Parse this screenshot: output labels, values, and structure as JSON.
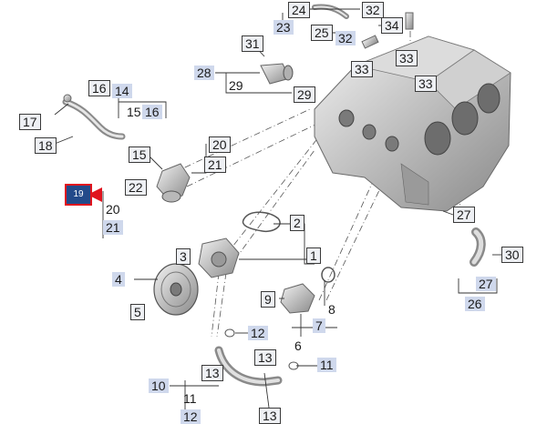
{
  "highlight": {
    "label": "19",
    "color": "#e0141e",
    "fill": "#234a8a"
  },
  "callouts": [
    {
      "id": "c24",
      "text": "24",
      "style": "boxed"
    },
    {
      "id": "c23",
      "text": "23",
      "style": "shade"
    },
    {
      "id": "c32a",
      "text": "32",
      "style": "boxed"
    },
    {
      "id": "c34",
      "text": "34",
      "style": "boxed"
    },
    {
      "id": "c25",
      "text": "25",
      "style": "boxed"
    },
    {
      "id": "c32b",
      "text": "32",
      "style": "shade"
    },
    {
      "id": "c31",
      "text": "31",
      "style": "boxed"
    },
    {
      "id": "c28",
      "text": "28",
      "style": "shade"
    },
    {
      "id": "c29a",
      "text": "29",
      "style": "plain"
    },
    {
      "id": "c29b",
      "text": "29",
      "style": "boxed"
    },
    {
      "id": "c33a",
      "text": "33",
      "style": "boxed"
    },
    {
      "id": "c33b",
      "text": "33",
      "style": "boxed"
    },
    {
      "id": "c33c",
      "text": "33",
      "style": "boxed"
    },
    {
      "id": "c16a",
      "text": "16",
      "style": "boxed"
    },
    {
      "id": "c14",
      "text": "14",
      "style": "shade"
    },
    {
      "id": "c15a",
      "text": "15",
      "style": "plain"
    },
    {
      "id": "c16b",
      "text": "16",
      "style": "shade"
    },
    {
      "id": "c17",
      "text": "17",
      "style": "boxed"
    },
    {
      "id": "c18",
      "text": "18",
      "style": "boxed"
    },
    {
      "id": "c15b",
      "text": "15",
      "style": "boxed"
    },
    {
      "id": "c20a",
      "text": "20",
      "style": "boxed"
    },
    {
      "id": "c21a",
      "text": "21",
      "style": "boxed"
    },
    {
      "id": "c22",
      "text": "22",
      "style": "boxed"
    },
    {
      "id": "c20b",
      "text": "20",
      "style": "plain"
    },
    {
      "id": "c21b",
      "text": "21",
      "style": "shade"
    },
    {
      "id": "c27a",
      "text": "27",
      "style": "boxed"
    },
    {
      "id": "c2",
      "text": "2",
      "style": "boxed"
    },
    {
      "id": "c3",
      "text": "3",
      "style": "boxed"
    },
    {
      "id": "c1",
      "text": "1",
      "style": "boxed"
    },
    {
      "id": "c30",
      "text": "30",
      "style": "boxed"
    },
    {
      "id": "c4",
      "text": "4",
      "style": "shade"
    },
    {
      "id": "c27b",
      "text": "27",
      "style": "shade"
    },
    {
      "id": "c26",
      "text": "26",
      "style": "shade"
    },
    {
      "id": "c5",
      "text": "5",
      "style": "boxed"
    },
    {
      "id": "c9",
      "text": "9",
      "style": "boxed"
    },
    {
      "id": "c8",
      "text": "8",
      "style": "plain"
    },
    {
      "id": "c7",
      "text": "7",
      "style": "shade"
    },
    {
      "id": "c6",
      "text": "6",
      "style": "plain"
    },
    {
      "id": "c12a",
      "text": "12",
      "style": "shade"
    },
    {
      "id": "c13a",
      "text": "13",
      "style": "boxed"
    },
    {
      "id": "c13b",
      "text": "13",
      "style": "boxed"
    },
    {
      "id": "c11a",
      "text": "11",
      "style": "shade"
    },
    {
      "id": "c10",
      "text": "10",
      "style": "shade"
    },
    {
      "id": "c11b",
      "text": "11",
      "style": "plain"
    },
    {
      "id": "c12b",
      "text": "12",
      "style": "shade"
    },
    {
      "id": "c13c",
      "text": "13",
      "style": "boxed"
    }
  ]
}
